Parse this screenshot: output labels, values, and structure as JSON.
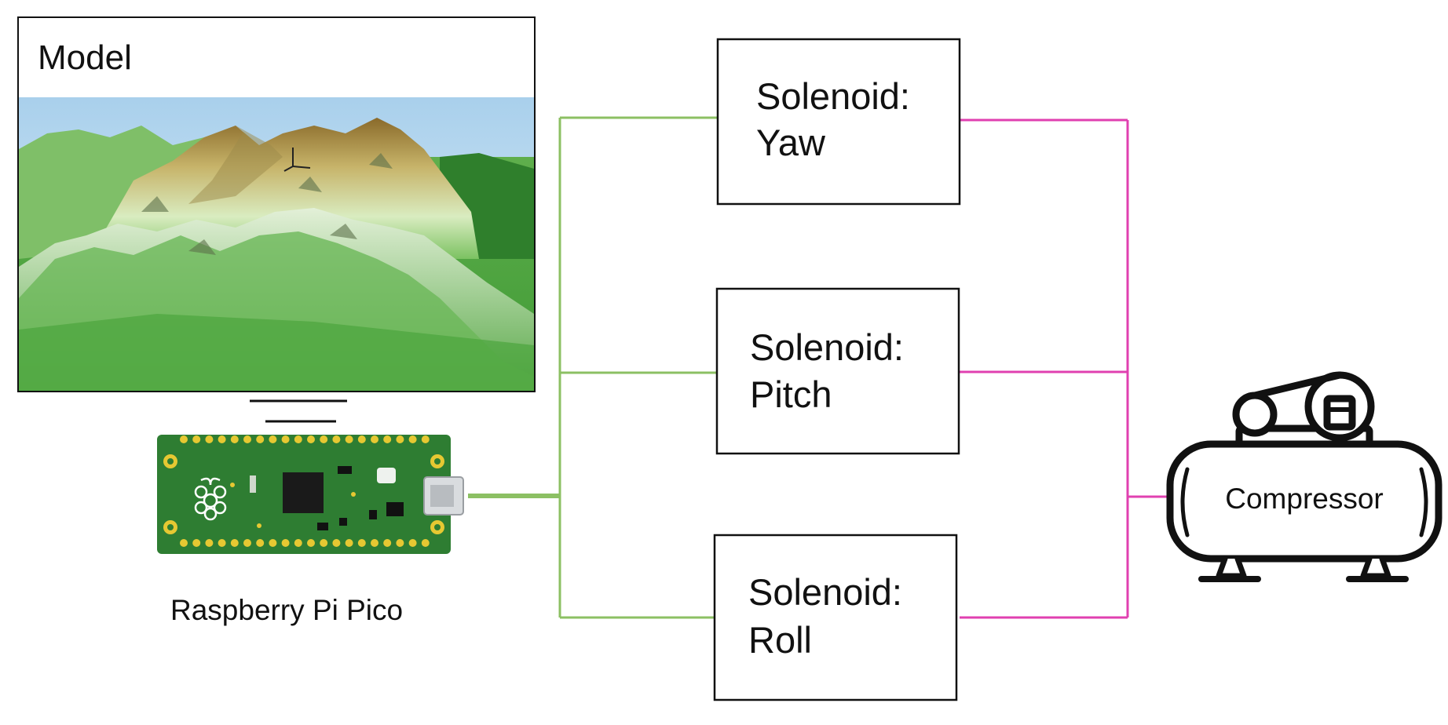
{
  "model": {
    "title": "Model"
  },
  "pico": {
    "caption": "Raspberry Pi Pico"
  },
  "solenoids": [
    {
      "line1": "Solenoid:",
      "line2": "Yaw"
    },
    {
      "line1": "Solenoid:",
      "line2": "Pitch"
    },
    {
      "line1": "Solenoid:",
      "line2": "Roll"
    }
  ],
  "compressor": {
    "label": "Compressor"
  },
  "colors": {
    "control_wire": "#8cc063",
    "air_line": "#e040b0",
    "box_border": "#111111",
    "pcb_green": "#2e7d32",
    "pad_gold": "#e6c832"
  },
  "icons": [
    "terrain-model-image",
    "raspberry-pi-pico-board",
    "air-compressor-icon"
  ]
}
